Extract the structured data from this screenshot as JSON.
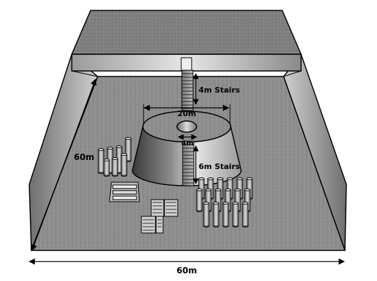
{
  "labels": {
    "width_bottom": "60m",
    "depth_left": "60m",
    "top_diameter": "20m",
    "hole_diameter": "4m",
    "upper_stairs": "4m Stairs",
    "lower_stairs": "6m Stairs"
  },
  "colors": {
    "ground": "#8c8c8c",
    "back_ground": "#7e7e7e",
    "wall_light": "#d0d0d0",
    "wall_dark": "#7a7a7a",
    "outline": "#000000",
    "dimension": "#000000"
  }
}
